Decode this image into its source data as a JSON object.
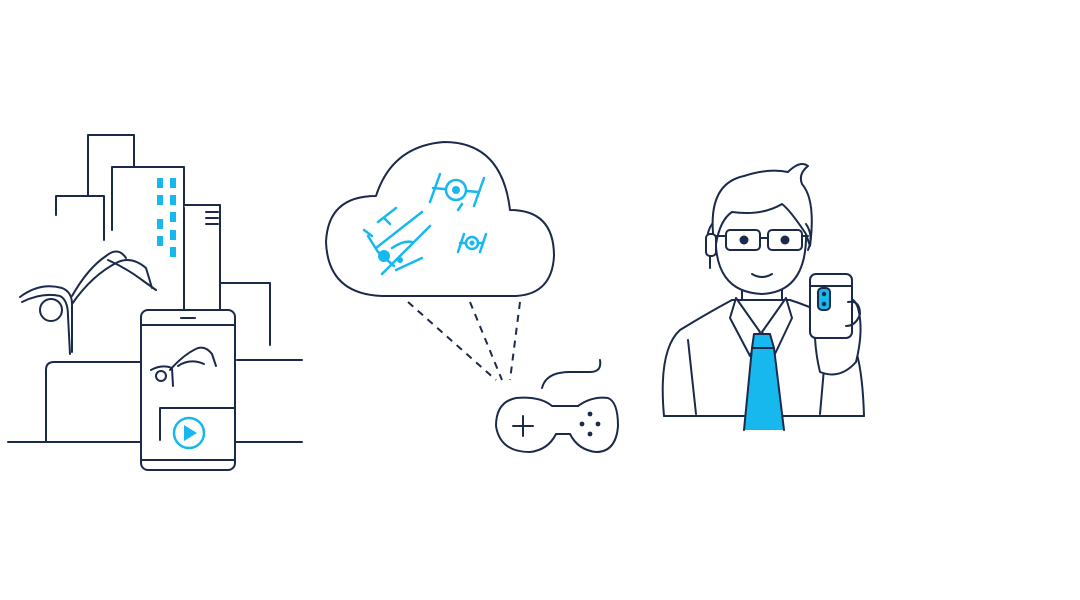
{
  "colors": {
    "line": "#1b2a4a",
    "accent": "#17b8ee",
    "background": "#ffffff"
  },
  "illustrations": [
    {
      "icon": "city-parkour-phone-video-illustration"
    },
    {
      "icon": "cloud-gaming-controller-illustration"
    },
    {
      "icon": "man-with-headset-holding-phone-illustration"
    }
  ]
}
